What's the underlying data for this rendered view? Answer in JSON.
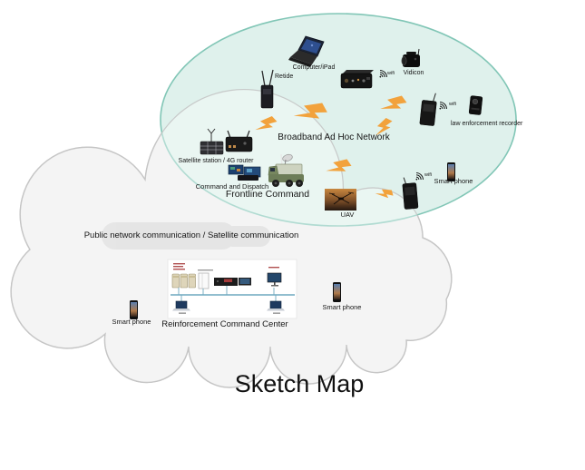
{
  "title": "Sketch Map",
  "colors": {
    "ellipse_fill": "#dcf0ea",
    "ellipse_stroke": "#81c6b6",
    "cloud_fill": "#ededed",
    "cloud_stroke": "#c6c6c6",
    "bolt": "#f2a23c",
    "bus_line": "#6fa8bf"
  },
  "adhoc": {
    "name": "Broadband Ad Hoc Network",
    "labels": {
      "computer": "Computer/iPad",
      "retide": "Retide",
      "wifi1": "wifi",
      "vidicon": "Vidicon",
      "wifi2": "wifi",
      "recorder": "law enforcement recorder",
      "satellite": "Satellite station / 4G router",
      "dispatch": "Command and Dispatch",
      "frontline": "Frontline Command",
      "uav": "UAV",
      "wifi3": "wifi",
      "smartphone": "Smart phone"
    }
  },
  "public": {
    "name": "Public network communication / Satellite communication",
    "labels": {
      "smartphone_left": "Smart phone",
      "command_center": "Reinforcement Command Center",
      "smartphone_right": "Smart phone"
    }
  }
}
